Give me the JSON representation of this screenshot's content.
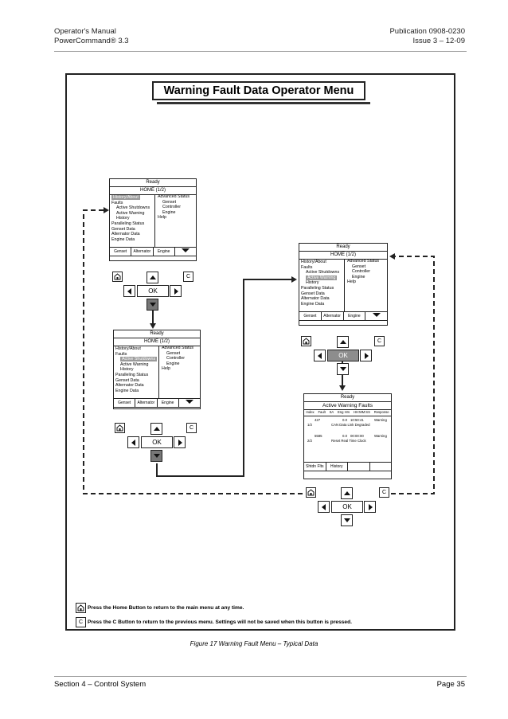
{
  "header": {
    "left_line1": "Operator's Manual",
    "left_line2": "PowerCommand® 3.3",
    "right_line1": "Publication 0908-0230",
    "right_line2": "Issue 3 – 12-09"
  },
  "figure": {
    "title": "Warning Fault Data Operator Menu",
    "caption": "Figure 17 Warning Fault Menu – Typical Data"
  },
  "menu_screen": {
    "status": "Ready",
    "home": "HOME (1/2)",
    "left_items": [
      "History/About",
      "Faults",
      "Active Shutdowns",
      "Active Warning",
      "History",
      "Paralleling Status",
      "Genset Data",
      "Alternator Data",
      "Engine Data"
    ],
    "right_items": [
      "Advanced Status",
      "Genset",
      "Controller",
      "Engine",
      "Help"
    ],
    "tabs": [
      "Genset",
      "Alternator",
      "Engine"
    ]
  },
  "faults_screen": {
    "status": "Ready",
    "title": "Active Warning Faults",
    "columns": [
      "Index",
      "Fault",
      "SA",
      "Eng Hrs",
      "HH:MM:SS",
      "Response"
    ],
    "row1_code": "427",
    "row1_sa": "0.0",
    "row1_time": "10:50:41",
    "row1_response": "Warning",
    "row1_index": "1/2",
    "row1_desc": "CAN Data Link Degraded",
    "row2_code": "5585",
    "row2_sa": "0.0",
    "row2_time": "00:00:00",
    "row2_response": "Warning",
    "row2_index": "2/2",
    "row2_desc": "Reset Real Time Clock",
    "tabs": [
      "Shtdn Flts",
      "History",
      "",
      ""
    ]
  },
  "buttons": {
    "ok": "OK",
    "c": "C"
  },
  "legend": {
    "home_text": "Press the Home Button to return to the main menu at any time.",
    "c_text": "Press the C Button to return to the previous menu. Settings will not be saved when this button is pressed."
  },
  "footer": {
    "left": "Section 4 – Control System",
    "right": "Page 35"
  }
}
